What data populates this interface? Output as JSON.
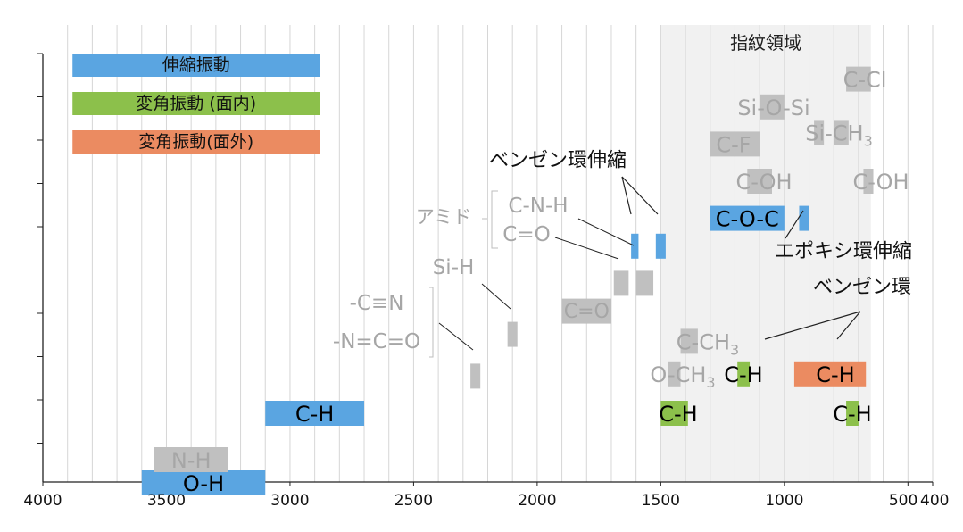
{
  "chart_data": {
    "type": "bar",
    "title": "",
    "xlabel": "",
    "ylabel": "",
    "x_axis": {
      "xlim": [
        4000,
        400
      ],
      "reversed": true,
      "major_ticks": [
        4000,
        3500,
        3000,
        2500,
        2000,
        1500,
        1000,
        500,
        400
      ],
      "tick_labels": [
        "4000",
        "3500",
        "3000",
        "2500",
        "2000",
        "1500",
        "1000",
        "500",
        "400"
      ],
      "minor_gridline_step": 100,
      "grid": true
    },
    "colors": {
      "stretch": "#5aa5e1",
      "bend_in": "#8cc04b",
      "bend_out": "#eb8b61",
      "gray": "#c0c0c0",
      "region": "#f1f1f1",
      "grid": "#d6d6d6"
    },
    "fingerprint_region": {
      "label": "指紋領域",
      "from": 1500,
      "to": 650
    },
    "legend": [
      {
        "label": "伸縮振動",
        "color": "stretch",
        "from": 3880,
        "to": 2880
      },
      {
        "label": "変角振動 (面内)",
        "color": "bend_in",
        "from": 3880,
        "to": 2880
      },
      {
        "label": "変角振動(面外)",
        "color": "bend_out",
        "from": 3880,
        "to": 2880
      }
    ],
    "bars": [
      {
        "label": "O-H",
        "from": 3600,
        "to": 3100,
        "row": 9.0,
        "color": "stretch"
      },
      {
        "label": "N-H",
        "from": 3550,
        "to": 3250,
        "row": 8.5,
        "color": "gray"
      },
      {
        "label": "C-H",
        "from": 3100,
        "to": 2700,
        "row": 7.5,
        "color": "stretch"
      },
      {
        "label": "",
        "from": 2270,
        "to": 2230,
        "row": 6.7,
        "color": "gray"
      },
      {
        "label": "",
        "from": 2120,
        "to": 2080,
        "row": 5.8,
        "color": "gray"
      },
      {
        "label": "C=O",
        "from": 1900,
        "to": 1700,
        "row": 5.3,
        "color": "gray"
      },
      {
        "label": "",
        "from": 1690,
        "to": 1630,
        "row": 4.7,
        "color": "gray"
      },
      {
        "label": "",
        "from": 1600,
        "to": 1530,
        "row": 4.7,
        "color": "gray"
      },
      {
        "label": "",
        "from": 1620,
        "to": 1590,
        "row": 3.9,
        "color": "stretch"
      },
      {
        "label": "",
        "from": 1520,
        "to": 1480,
        "row": 3.9,
        "color": "stretch"
      },
      {
        "label": "C-H",
        "from": 1500,
        "to": 1390,
        "row": 7.5,
        "color": "bend_in"
      },
      {
        "label": "O-CH3",
        "from": 1470,
        "to": 1420,
        "row": 6.65,
        "color": "gray"
      },
      {
        "label": "C-CH3",
        "from": 1420,
        "to": 1350,
        "row": 5.95,
        "color": "gray"
      },
      {
        "label": "C-O-C",
        "from": 1300,
        "to": 1000,
        "row": 3.3,
        "color": "stretch"
      },
      {
        "label": "",
        "from": 940,
        "to": 900,
        "row": 3.3,
        "color": "stretch"
      },
      {
        "label": "C-H",
        "from": 1190,
        "to": 1140,
        "row": 6.65,
        "color": "bend_in"
      },
      {
        "label": "C-H",
        "from": 960,
        "to": 670,
        "row": 6.65,
        "color": "bend_out"
      },
      {
        "label": "C-H",
        "from": 750,
        "to": 700,
        "row": 7.5,
        "color": "bend_in"
      },
      {
        "label": "C-F",
        "from": 1300,
        "to": 1100,
        "row": 1.7,
        "color": "gray"
      },
      {
        "label": "C-OH",
        "from": 1150,
        "to": 1050,
        "row": 2.5,
        "color": "gray"
      },
      {
        "label": "C-OH",
        "from": 680,
        "to": 640,
        "row": 2.5,
        "color": "gray"
      },
      {
        "label": "Si-O-Si",
        "from": 1100,
        "to": 1000,
        "row": 0.9,
        "color": "gray"
      },
      {
        "label": "Si-CH3",
        "from": 880,
        "to": 840,
        "row": 1.45,
        "color": "gray"
      },
      {
        "label": "",
        "from": 800,
        "to": 740,
        "row": 1.45,
        "color": "gray"
      },
      {
        "label": "C-Cl",
        "from": 750,
        "to": 650,
        "row": 0.3,
        "color": "gray"
      }
    ],
    "gray_labels": {
      "si_h": "Si-H",
      "cn": "-C≡N",
      "nco": "-N=C=O",
      "amide": "アミド",
      "cnh": "C-N-H",
      "co_amide": "C=O"
    },
    "annotations": {
      "benzene_stretch": "ベンゼン環伸縮",
      "epoxy_stretch": "エポキシ環伸縮",
      "benzene_ring": "ベンゼン環"
    }
  }
}
